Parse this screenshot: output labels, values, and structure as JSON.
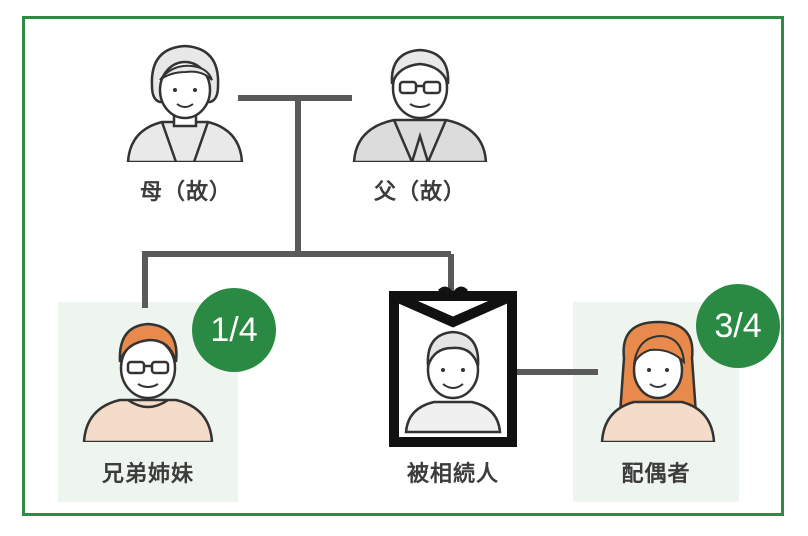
{
  "nodes": {
    "mother": {
      "label": "母（故）"
    },
    "father": {
      "label": "父（故）"
    },
    "sibling": {
      "label": "兄弟姉妹",
      "share": "1/4"
    },
    "deceased": {
      "label": "被相続人"
    },
    "spouse": {
      "label": "配偶者",
      "share": "3/4"
    }
  },
  "colors": {
    "frame": "#2e8b45",
    "share_badge": "#2a8a44",
    "panel": "#eef5ef",
    "line": "#5a5a5a",
    "hair_orange": "#e88a4c"
  },
  "icons": {
    "mother": "elderly-woman-icon",
    "father": "elderly-man-glasses-icon",
    "sibling": "man-glasses-icon",
    "deceased": "memorial-portrait-icon",
    "spouse": "woman-icon"
  }
}
